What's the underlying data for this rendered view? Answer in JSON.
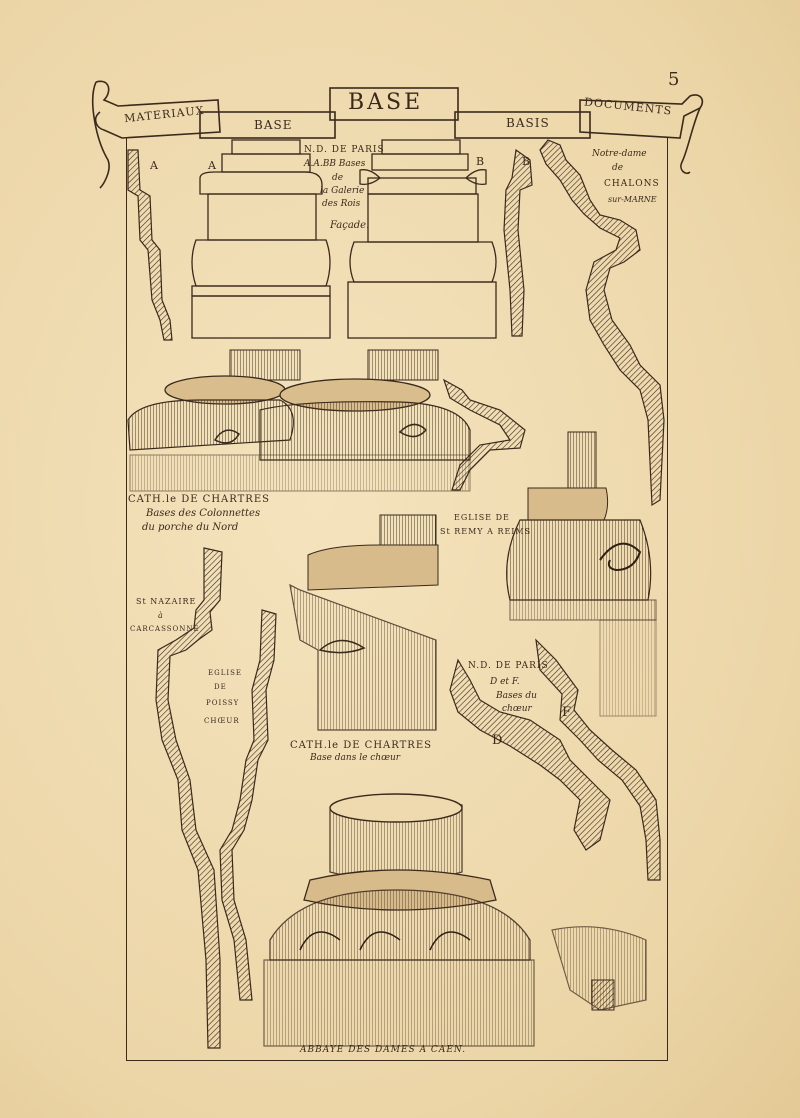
{
  "header": {
    "page_number": "5",
    "left_banner": "MATERIAUX",
    "center_title": "BASE",
    "center_sub_left": "BASE",
    "center_sub_right": "BASIS",
    "right_banner": "DOCUMENTS"
  },
  "captions": {
    "nd_paris_1": {
      "line1": "N.D. DE PARIS",
      "line2": "A.A.BB Bases",
      "line3": "de",
      "line4": "la Galerie",
      "line5": "des Rois",
      "line6": "Façade."
    },
    "chalons": {
      "line1": "Notre-dame",
      "line2": "de",
      "line3": "CHALONS",
      "line4": "sur-MARNE"
    },
    "chartres_1": {
      "line1": "CATH.le DE CHARTRES",
      "line2": "Bases des Colonnettes",
      "line3": "du porche du Nord"
    },
    "reims": {
      "line1": "EGLISE DE",
      "line2": "St REMY A REIMS"
    },
    "nazaire": {
      "line1": "St NAZAIRE",
      "line2": "à",
      "line3": "CARCASSONNE"
    },
    "poissy": {
      "line1": "EGLISE",
      "line2": "DE",
      "line3": "POISSY",
      "line4": "CHŒUR"
    },
    "chartres_2": {
      "line1": "CATH.le DE CHARTRES",
      "line2": "Base dans le chœur"
    },
    "nd_paris_2": {
      "line1": "N.D. DE PARIS",
      "line2": "D et F.",
      "line3": "Bases du",
      "line4": "chœur"
    },
    "caen": {
      "line1": "ABBAYE DES DAMES A CAEN."
    }
  },
  "letters": {
    "a1": "A",
    "a2": "A",
    "b1": "B",
    "b2": "B",
    "d": "D",
    "f": "F"
  },
  "colors": {
    "paper": "#efdcb2",
    "ink": "#3a2a1c",
    "shade": "#5a4330"
  }
}
